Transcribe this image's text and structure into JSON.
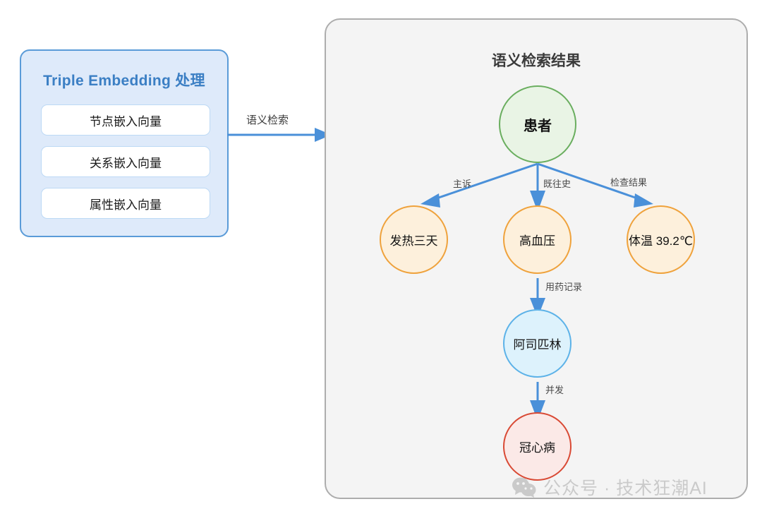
{
  "embedding_panel": {
    "title": "Triple Embedding 处理",
    "items": [
      {
        "label": "节点嵌入向量"
      },
      {
        "label": "关系嵌入向量"
      },
      {
        "label": "属性嵌入向量"
      }
    ],
    "border_color": "#5a9bd8",
    "fill_color": "#deeafa",
    "title_color": "#3b7fc4"
  },
  "connector": {
    "label": "语义检索",
    "color": "#4a90d9"
  },
  "result_panel": {
    "title": "语义检索结果",
    "border_color": "#adadad",
    "fill_color": "#f4f4f4"
  },
  "graph": {
    "edge_color": "#4a90d9",
    "nodes": [
      {
        "id": "patient",
        "label": "患者",
        "type": "root",
        "border_color": "#6aae5f",
        "fill_color": "#e9f4e5"
      },
      {
        "id": "fever",
        "label": "发热三天",
        "type": "orange",
        "border_color": "#efa23c",
        "fill_color": "#fdf0dc"
      },
      {
        "id": "hypertension",
        "label": "高血压",
        "type": "orange",
        "border_color": "#efa23c",
        "fill_color": "#fdf0dc"
      },
      {
        "id": "temperature",
        "label": "体温 39.2℃",
        "type": "orange",
        "border_color": "#efa23c",
        "fill_color": "#fdf0dc"
      },
      {
        "id": "aspirin",
        "label": "阿司匹林",
        "type": "blue",
        "border_color": "#5cb2e8",
        "fill_color": "#ddf2fc"
      },
      {
        "id": "chd",
        "label": "冠心病",
        "type": "red",
        "border_color": "#d94a35",
        "fill_color": "#fbe9e7"
      }
    ],
    "edges": [
      {
        "from": "patient",
        "to": "fever",
        "label": "主诉"
      },
      {
        "from": "patient",
        "to": "hypertension",
        "label": "既往史"
      },
      {
        "from": "patient",
        "to": "temperature",
        "label": "检查结果"
      },
      {
        "from": "hypertension",
        "to": "aspirin",
        "label": "用药记录"
      },
      {
        "from": "aspirin",
        "to": "chd",
        "label": "并发"
      }
    ]
  },
  "watermark": {
    "icon": "wechat-icon",
    "text": "公众号 · 技术狂潮AI"
  }
}
